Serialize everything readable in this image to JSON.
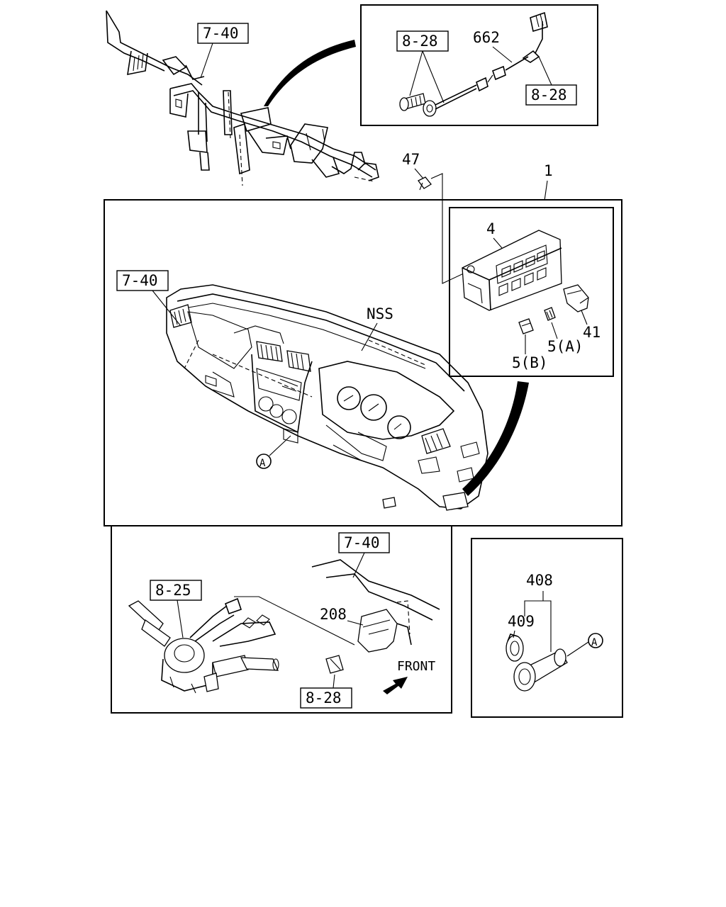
{
  "labels": {
    "ref_harness_top": "7-40",
    "ref_bolt_top": "8-28",
    "part_662": "662",
    "ref_connector_top": "8-28",
    "part_47": "47",
    "part_1": "1",
    "part_4": "4",
    "ref_harness_dash": "7-40",
    "nss": "NSS",
    "part_41": "41",
    "part_5a": "5(A)",
    "part_5b": "5(B)",
    "circle_a_dash": "A",
    "ref_harness_lower": "7-40",
    "ref_switch": "8-25",
    "part_208": "208",
    "front": "FRONT",
    "ref_relay": "8-28",
    "part_408": "408",
    "part_409": "409",
    "circle_a_lighter": "A"
  }
}
